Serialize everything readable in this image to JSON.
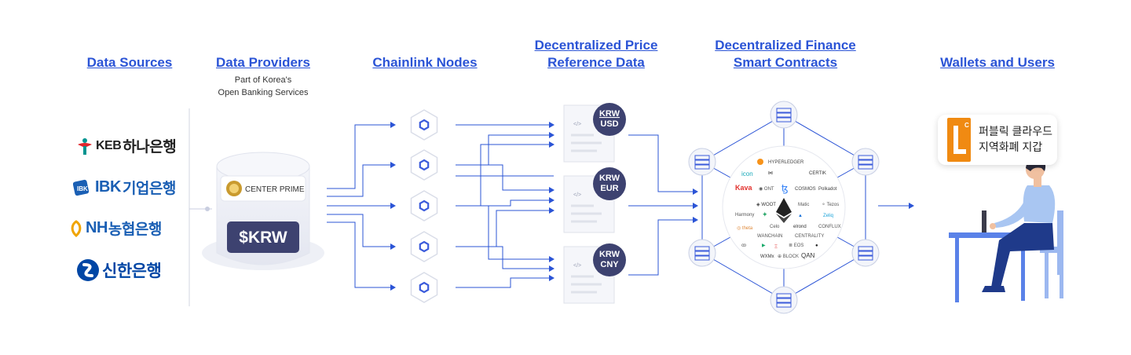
{
  "headers": {
    "data_sources": "Data Sources",
    "data_providers": "Data Providers",
    "data_providers_sub_1": "Part of Korea's",
    "data_providers_sub_2": "Open Banking Services",
    "chainlink_nodes": "Chainlink Nodes",
    "price_ref_1": "Decentralized Price",
    "price_ref_2": "Reference Data",
    "defi_1": "Decentralized Finance",
    "defi_2": "Smart Contracts",
    "wallets": "Wallets and Users"
  },
  "banks": [
    {
      "prefix": "KEB",
      "name": "하나은행",
      "color": "#009490"
    },
    {
      "prefix": "IBK",
      "name": "기업은행",
      "color": "#1a5fb4"
    },
    {
      "prefix": "NH",
      "name": "농협은행",
      "color": "#f0a400"
    },
    {
      "prefix": "",
      "name": "신한은행",
      "color": "#0046a5"
    }
  ],
  "provider": {
    "brand": "CENTER PRIME",
    "token": "$KRW"
  },
  "feeds": [
    {
      "base": "KRW",
      "quote": "USD"
    },
    {
      "base": "KRW",
      "quote": "EUR"
    },
    {
      "base": "KRW",
      "quote": "CNY"
    }
  ],
  "defi_logos": [
    "HYPERLEDGER",
    "icon",
    "Kava",
    "COSMOS",
    "Polkadot",
    "Harmony",
    "Matic",
    "Celo",
    "elrond",
    "WANCHAIN",
    "CENTRALITY",
    "QAN"
  ],
  "wallet": {
    "line1": "퍼블릭 클라우드",
    "line2": "지역화폐 지갑"
  },
  "colors": {
    "accent": "#2b54d6",
    "node": "#3b5bdb",
    "badge": "#3d4270"
  }
}
